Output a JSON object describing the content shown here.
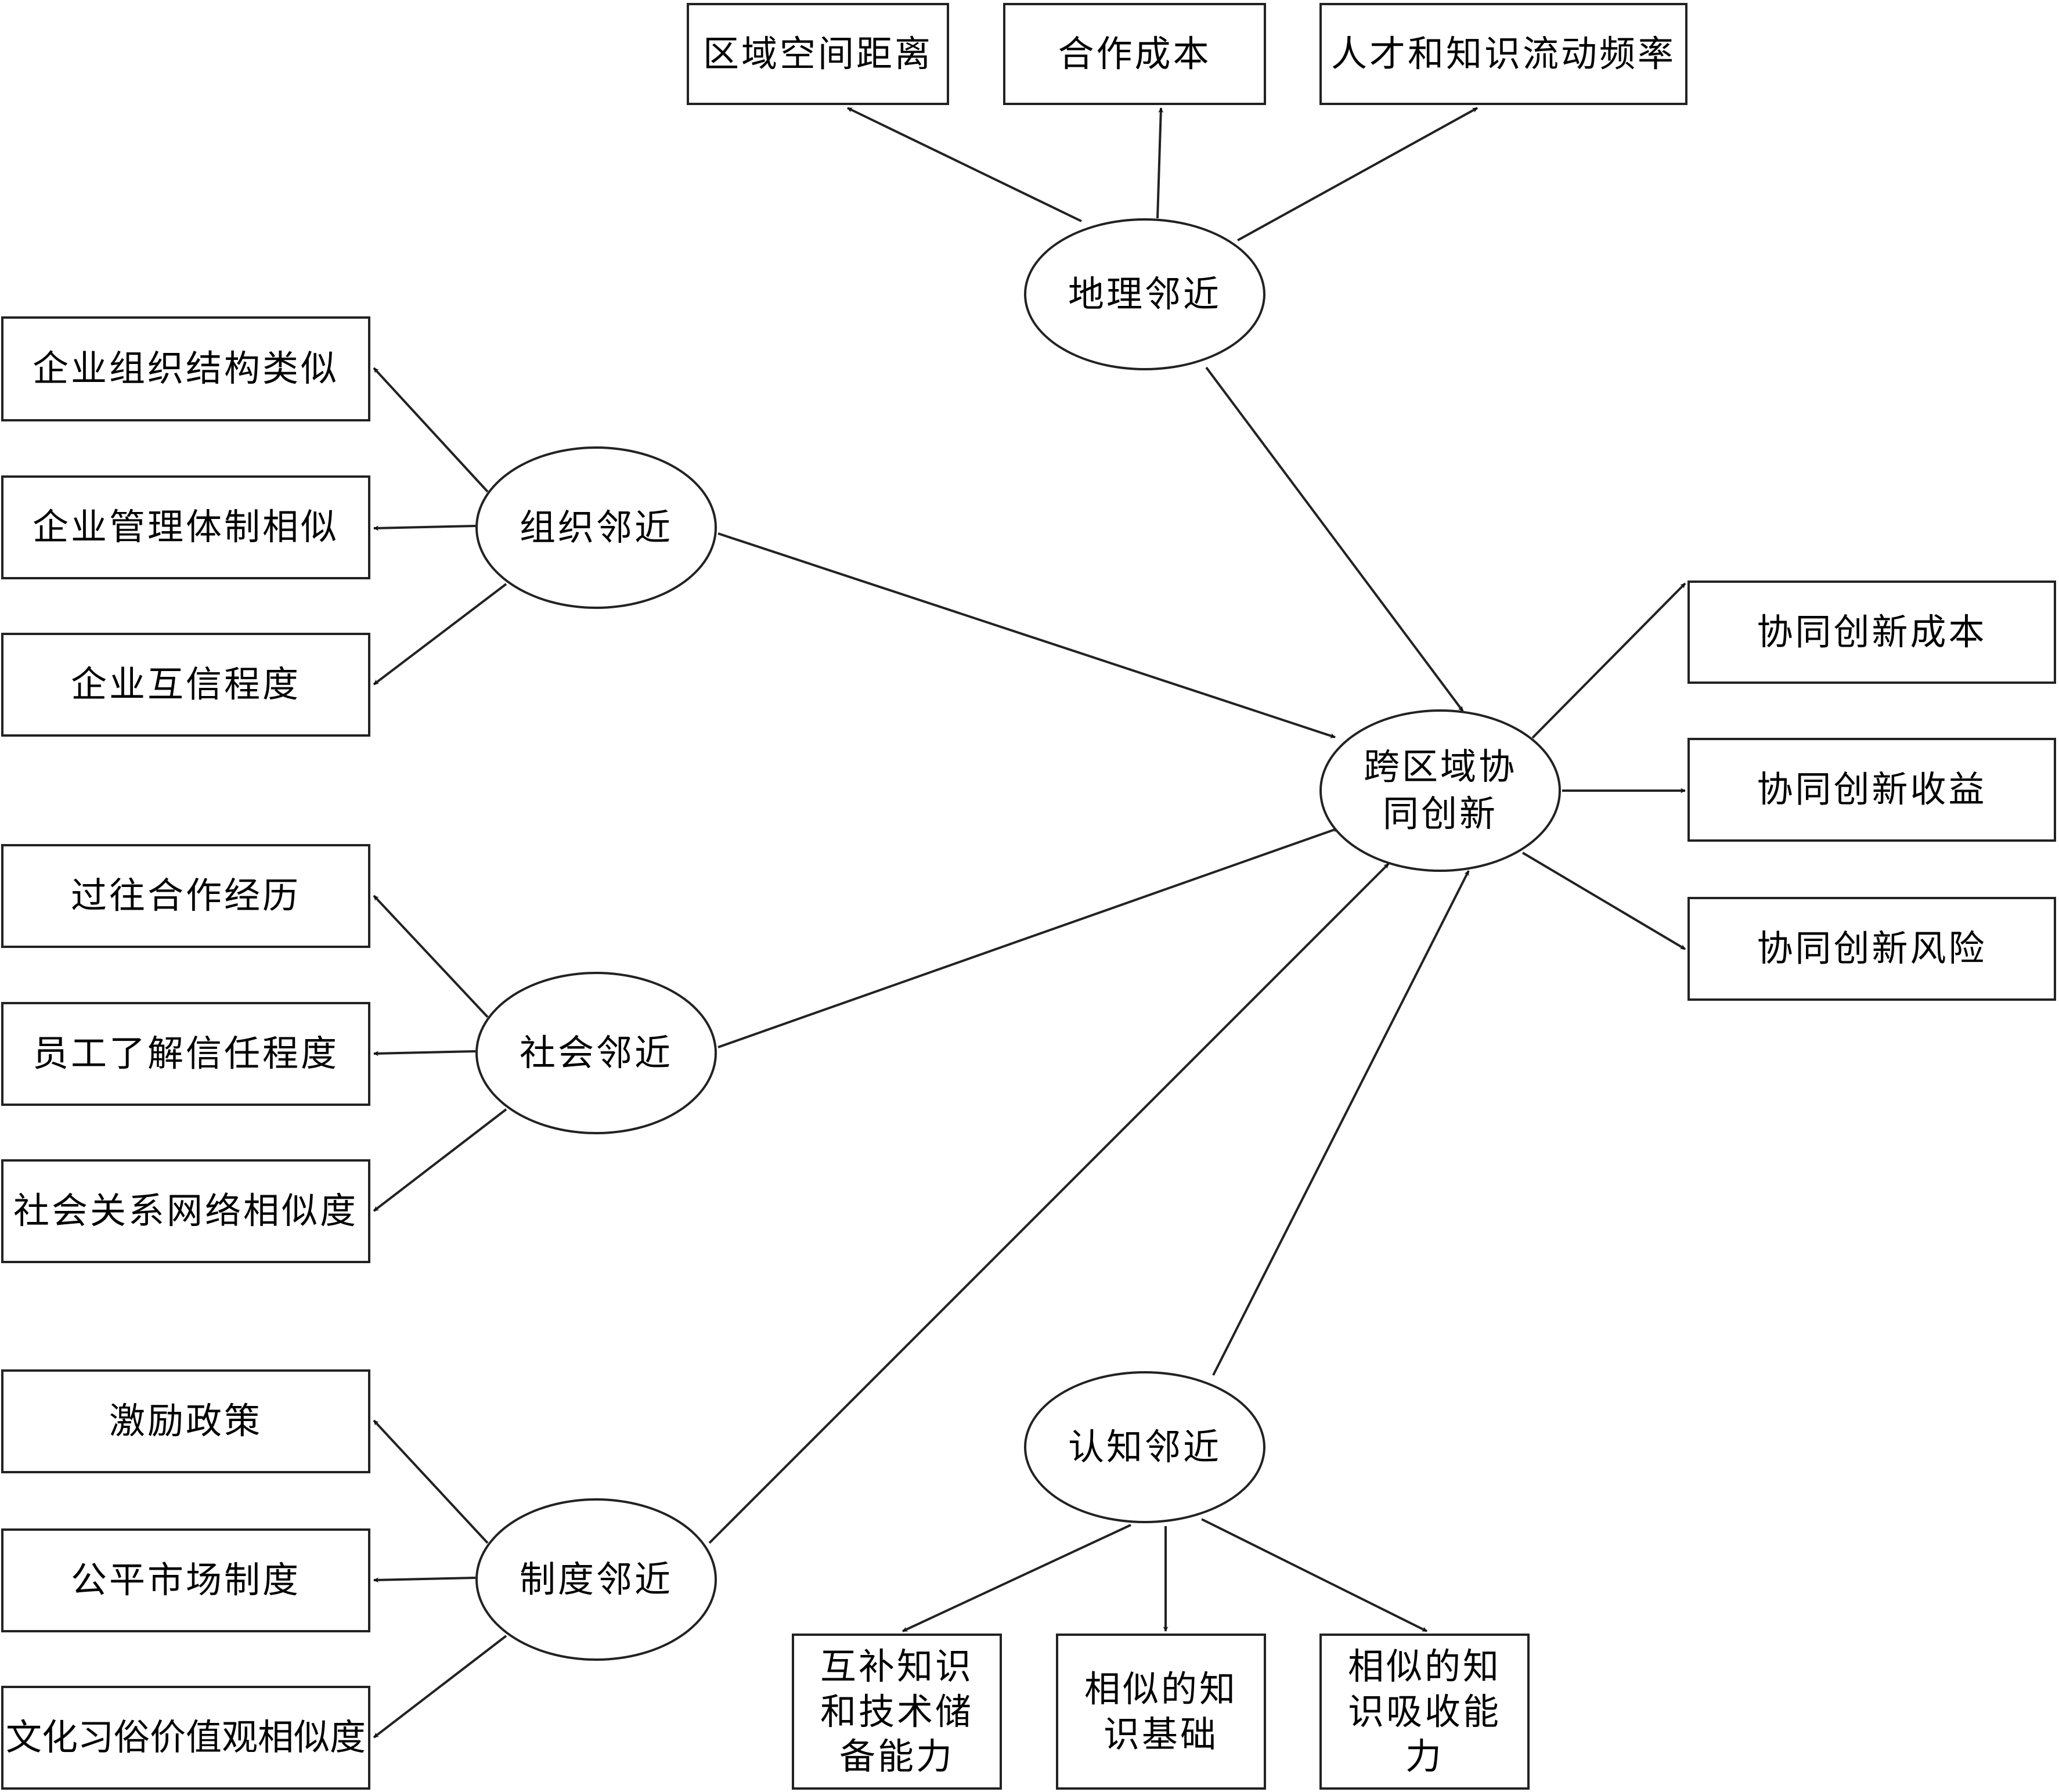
{
  "center": {
    "label": "跨区域协同创新"
  },
  "factors": {
    "geographic": {
      "label": "地理邻近",
      "indicators": [
        "区域空间距离",
        "合作成本",
        "人才和知识流动频率"
      ]
    },
    "organizational": {
      "label": "组织邻近",
      "indicators": [
        "企业组织结构类似",
        "企业管理体制相似",
        "企业互信程度"
      ]
    },
    "social": {
      "label": "社会邻近",
      "indicators": [
        "过往合作经历",
        "员工了解信任程度",
        "社会关系网络相似度"
      ]
    },
    "institutional": {
      "label": "制度邻近",
      "indicators": [
        "激励政策",
        "公平市场制度",
        "文化习俗价值观相似度"
      ]
    },
    "cognitive": {
      "label": "认知邻近",
      "indicators": [
        "互补知识和技术储备能力",
        "相似的知识基础",
        "相似的知识吸收能力"
      ]
    }
  },
  "outcomes": [
    "协同创新成本",
    "协同创新收益",
    "协同创新风险"
  ],
  "colors": {
    "stroke": "#222222",
    "background": "#ffffff",
    "text": "#000000"
  }
}
